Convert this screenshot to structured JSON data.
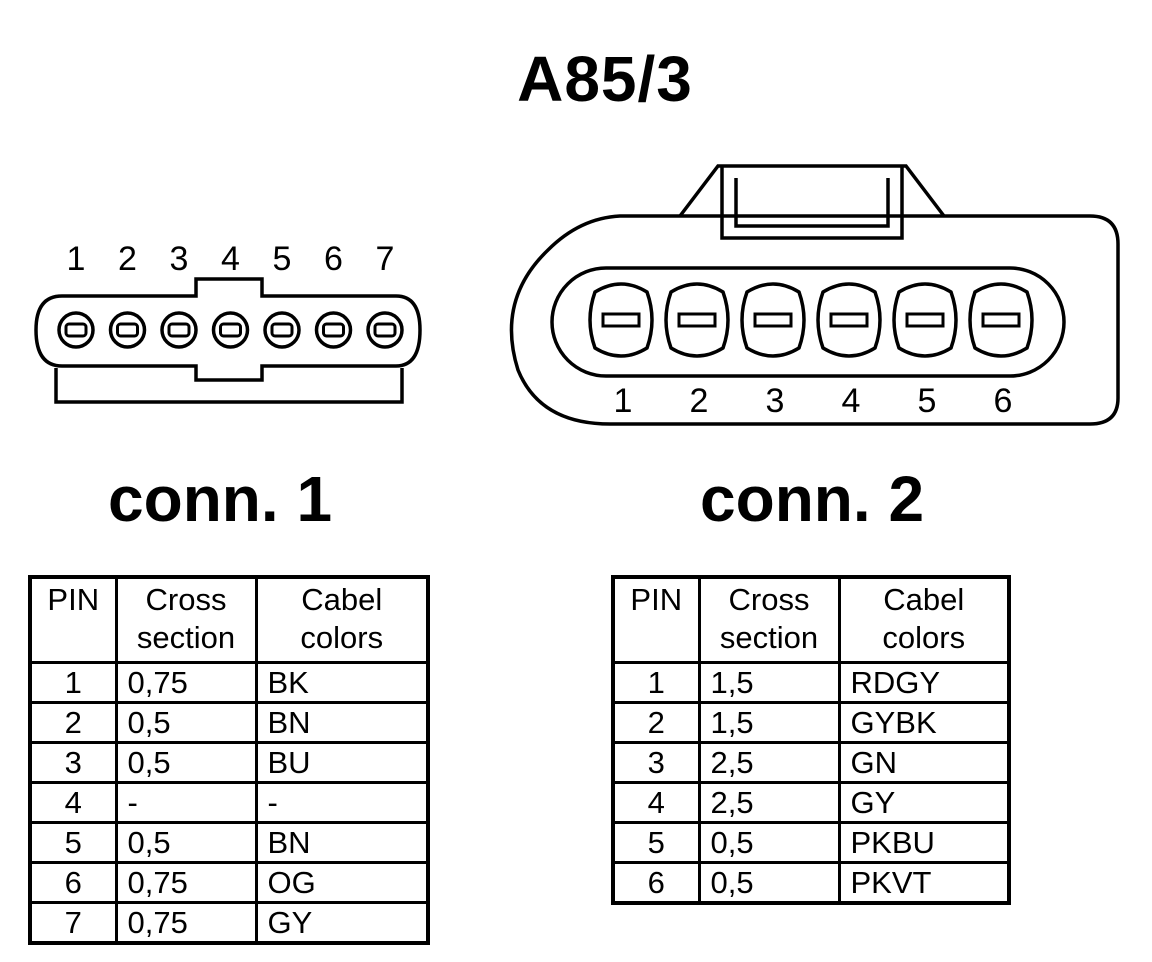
{
  "title": "A85/3",
  "conn1": {
    "label": "conn. 1",
    "pin_numbers": [
      "1",
      "2",
      "3",
      "4",
      "5",
      "6",
      "7"
    ],
    "table": {
      "headers": {
        "pin": "PIN",
        "cross": [
          "Cross",
          "section"
        ],
        "colors": [
          "Cabel",
          "colors"
        ]
      },
      "rows": [
        {
          "pin": "1",
          "cross": "0,75",
          "color": "BK"
        },
        {
          "pin": "2",
          "cross": "0,5",
          "color": "BN"
        },
        {
          "pin": "3",
          "cross": "0,5",
          "color": "BU"
        },
        {
          "pin": "4",
          "cross": "-",
          "color": "-"
        },
        {
          "pin": "5",
          "cross": "0,5",
          "color": "BN"
        },
        {
          "pin": "6",
          "cross": "0,75",
          "color": "OG"
        },
        {
          "pin": "7",
          "cross": "0,75",
          "color": "GY"
        }
      ]
    }
  },
  "conn2": {
    "label": "conn. 2",
    "pin_numbers": [
      "1",
      "2",
      "3",
      "4",
      "5",
      "6"
    ],
    "table": {
      "headers": {
        "pin": "PIN",
        "cross": [
          "Cross",
          "section"
        ],
        "colors": [
          "Cabel",
          "colors"
        ]
      },
      "rows": [
        {
          "pin": "1",
          "cross": "1,5",
          "color": "RDGY"
        },
        {
          "pin": "2",
          "cross": "1,5",
          "color": "GYBK"
        },
        {
          "pin": "3",
          "cross": "2,5",
          "color": "GN"
        },
        {
          "pin": "4",
          "cross": "2,5",
          "color": "GY"
        },
        {
          "pin": "5",
          "cross": "0,5",
          "color": "PKBU"
        },
        {
          "pin": "6",
          "cross": "0,5",
          "color": "PKVT"
        }
      ]
    }
  }
}
